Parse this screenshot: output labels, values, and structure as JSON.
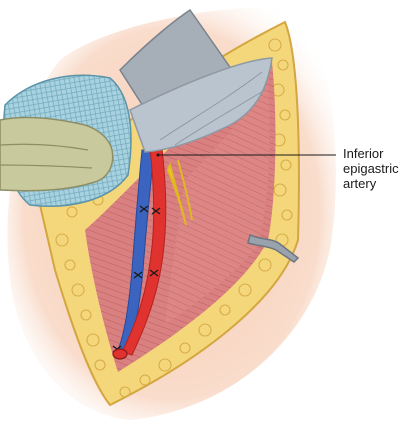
{
  "figure": {
    "callout": {
      "lines": [
        "Inferior",
        "epigastric",
        "artery"
      ]
    }
  },
  "colors": {
    "skin": "#f4c8ad",
    "fat": "#f4d77a",
    "fat_outline": "#d3a640",
    "muscle": "#d9797a",
    "muscle_shade": "#c4585d",
    "artery": "#e0322f",
    "vein": "#3b64c0",
    "nerve": "#f2d12e",
    "retractor": "#a6aeb8",
    "gauze": "#9cc9d8",
    "glove": "#c8c99c",
    "leader_line": "#1a1a1a"
  }
}
